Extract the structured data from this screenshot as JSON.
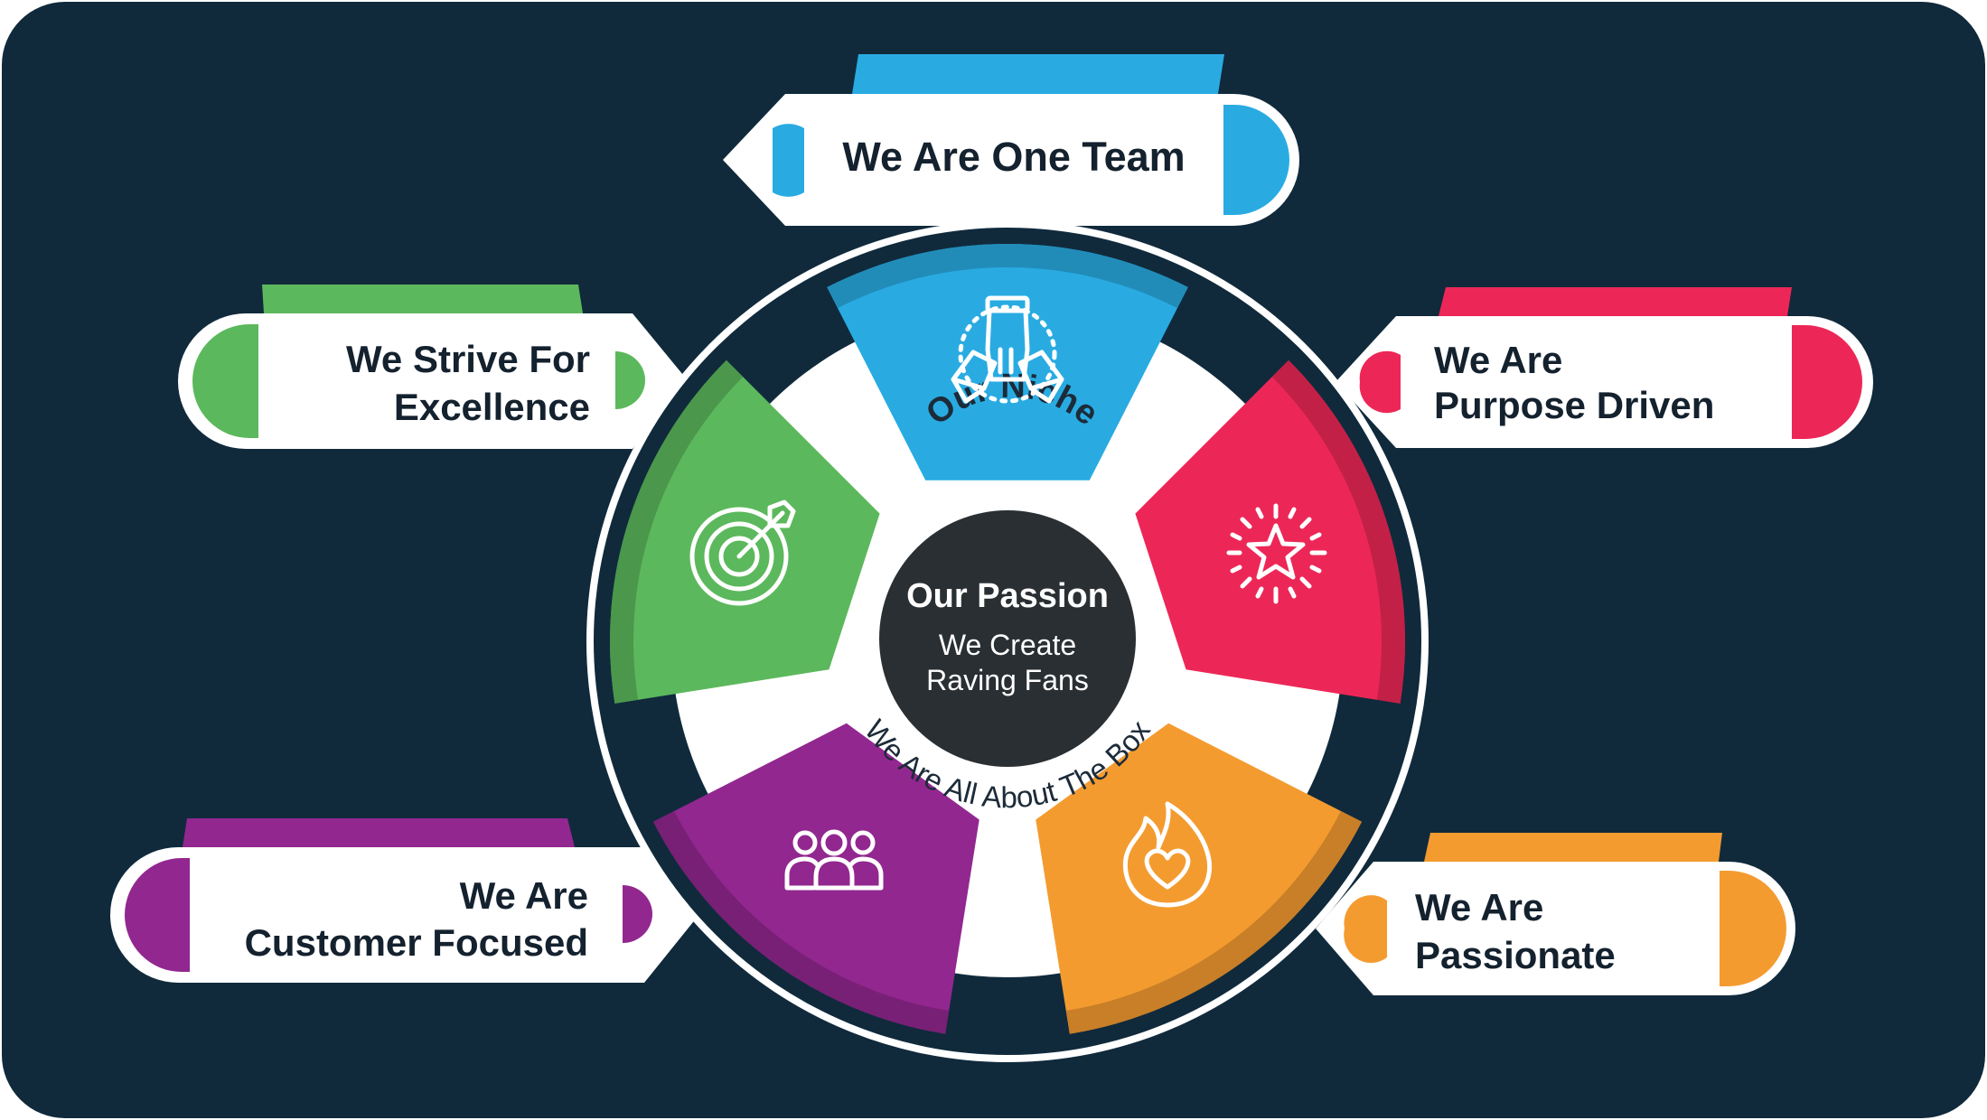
{
  "center": {
    "title": "Our Passion",
    "subtitle_line1": "We Create",
    "subtitle_line2": "Raving Fans"
  },
  "ring": {
    "top_arc_text": "Our Niche",
    "bottom_arc_text": "We Are All About The Box"
  },
  "values": [
    {
      "id": "one-team",
      "line1": "We Are One Team",
      "line2": "",
      "color": "#29abe2",
      "icon": "hands-together-icon"
    },
    {
      "id": "purpose-driven",
      "line1": "We Are",
      "line2": "Purpose Driven",
      "color": "#ec2757",
      "icon": "star-burst-icon"
    },
    {
      "id": "passionate",
      "line1": "We Are",
      "line2": "Passionate",
      "color": "#f49b30",
      "icon": "flame-heart-icon"
    },
    {
      "id": "customer-focused",
      "line1": "We Are",
      "line2": "Customer Focused",
      "color": "#92278f",
      "icon": "people-group-icon"
    },
    {
      "id": "excellence",
      "line1": "We Strive For",
      "line2": "Excellence",
      "color": "#5cb85c",
      "icon": "target-icon"
    }
  ],
  "colors": {
    "background": "#102a3c",
    "center_disc": "#2a2f33",
    "ring": "#ffffff"
  }
}
